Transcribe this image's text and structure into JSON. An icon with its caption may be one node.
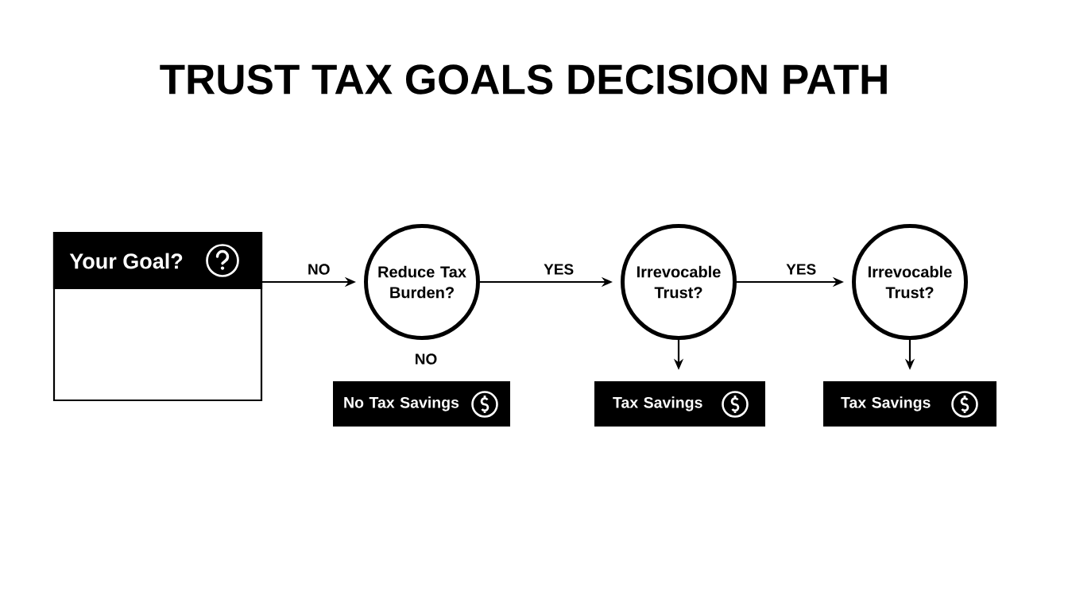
{
  "diagram": {
    "title": "TRUST TAX GOALS DECISION PATH",
    "nodes": [
      {
        "text": [
          "Your Goal?"
        ]
      },
      {
        "text": [
          "Reduce Tax Burden?"
        ]
      },
      {
        "text": [
          "Irrevocable Trust?"
        ]
      },
      {
        "text": [
          "Irrevocable Trust?"
        ]
      },
      {
        "text": [
          "No Tax Savings"
        ]
      },
      {
        "text": [
          "Tax Savings"
        ]
      },
      {
        "text": [
          "Tax Savings"
        ]
      }
    ],
    "edges": [
      {
        "from": 0,
        "to": 1,
        "arrow": "to",
        "label": "NO"
      },
      {
        "from": 1,
        "to": 2,
        "arrow": "to",
        "label": "YES"
      },
      {
        "from": 2,
        "to": 3,
        "arrow": "to",
        "label": "YES"
      },
      {
        "from": 2,
        "to": 5,
        "arrow": "to"
      },
      {
        "from": 3,
        "to": 6,
        "arrow": "to"
      }
    ],
    "labels": [
      "NO"
    ]
  }
}
